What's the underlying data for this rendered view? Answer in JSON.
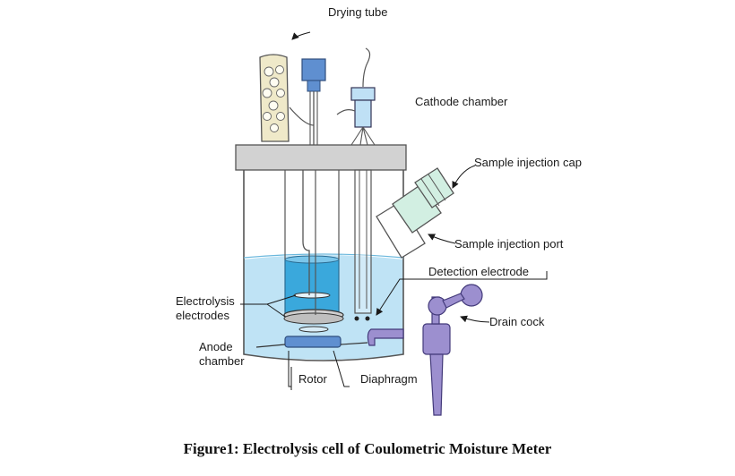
{
  "labels": {
    "drying_tube": "Drying tube",
    "cathode_chamber": "Cathode chamber",
    "sample_injection_cap": "Sample injection cap",
    "sample_injection_port": "Sample injection port",
    "detection_electrode": "Detection electrode",
    "electrolysis_electrodes_1": "Electrolysis",
    "electrolysis_electrodes_2": "electrodes",
    "drain_cock": "Drain cock",
    "anode_chamber_1": "Anode",
    "anode_chamber_2": "chamber",
    "rotor": "Rotor",
    "diaphragm": "Diaphragm"
  },
  "caption": {
    "prefix": "Figure1",
    "text": ":  Electrolysis cell of Coulometric Moisture Meter"
  },
  "colors": {
    "liquid": "#bfe3f5",
    "inner_liquid": "#3aa8dc",
    "stopper": "#d2d2d2",
    "drying_tube": "#efe9c9",
    "blue_part": "#5f8fd0",
    "cap": "#d2efe2",
    "drain_cock": "#9c8fcf",
    "glass_outline": "#555555"
  }
}
